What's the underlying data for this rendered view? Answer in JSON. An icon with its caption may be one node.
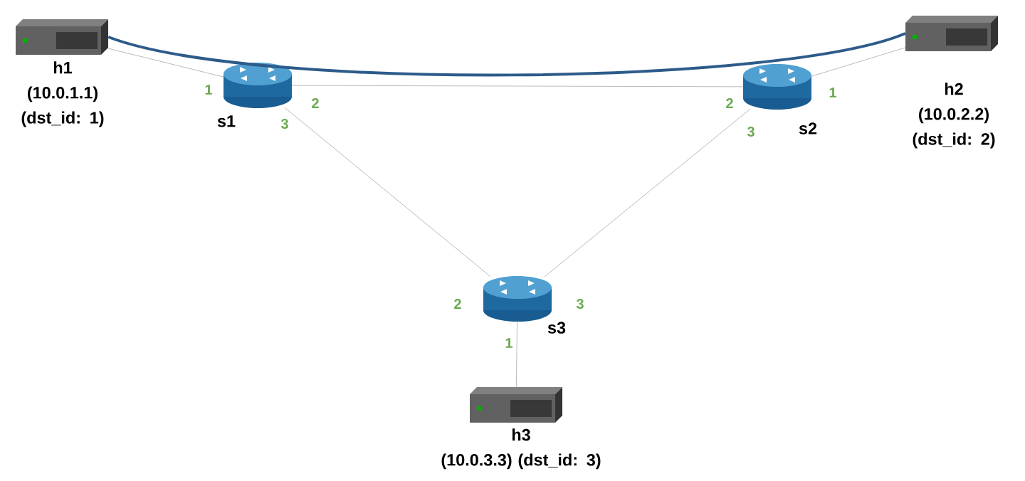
{
  "diagram": {
    "nodes": [
      {
        "text": [
          "h1",
          "(10.0.1.1) (dst_id: 1)"
        ]
      },
      {
        "text": [
          "s1"
        ]
      },
      {
        "text": [
          "s2"
        ]
      },
      {
        "text": [
          "h2",
          "(10.0.2.2) (dst_id: 2)"
        ]
      },
      {
        "text": [
          "s3"
        ]
      },
      {
        "text": [
          "h3",
          "(10.0.3.3) (dst_id: 3)"
        ]
      }
    ],
    "edges": [
      {
        "from": 0,
        "to": 1,
        "arrow": "none"
      },
      {
        "from": 1,
        "to": 2,
        "arrow": "none"
      },
      {
        "from": 2,
        "to": 3,
        "arrow": "none"
      },
      {
        "from": 1,
        "to": 4,
        "arrow": "none"
      },
      {
        "from": 2,
        "to": 4,
        "arrow": "none"
      },
      {
        "from": 4,
        "to": 5,
        "arrow": "none"
      },
      {
        "from": 0,
        "to": 3,
        "arrow": "none",
        "style": "thick",
        "color": "#2d5b8a"
      }
    ],
    "labels": [
      "1",
      "2",
      "2",
      "1",
      "3",
      "3",
      "2",
      "3",
      "1"
    ]
  }
}
